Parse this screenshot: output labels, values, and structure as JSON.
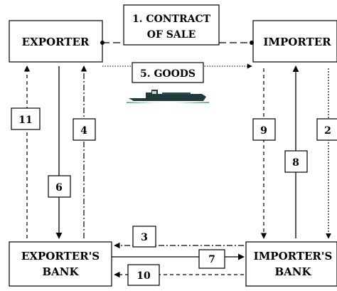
{
  "parties": {
    "exporter": "EXPORTER",
    "importer": "IMPORTER",
    "exporter_bank_line1": "EXPORTER'S",
    "exporter_bank_line2": "BANK",
    "importer_bank_line1": "IMPORTER'S",
    "importer_bank_line2": "BANK"
  },
  "steps": {
    "contract_line1": "1. CONTRACT",
    "contract_line2": "OF SALE",
    "goods": "5. GOODS",
    "s2": "2",
    "s3": "3",
    "s4": "4",
    "s6": "6",
    "s7": "7",
    "s8": "8",
    "s9": "9",
    "s10": "10",
    "s11": "11"
  },
  "colors": {
    "line": "#000000",
    "ship_hull": "#1f3a3a",
    "ship_water": "#6fa6a6"
  }
}
